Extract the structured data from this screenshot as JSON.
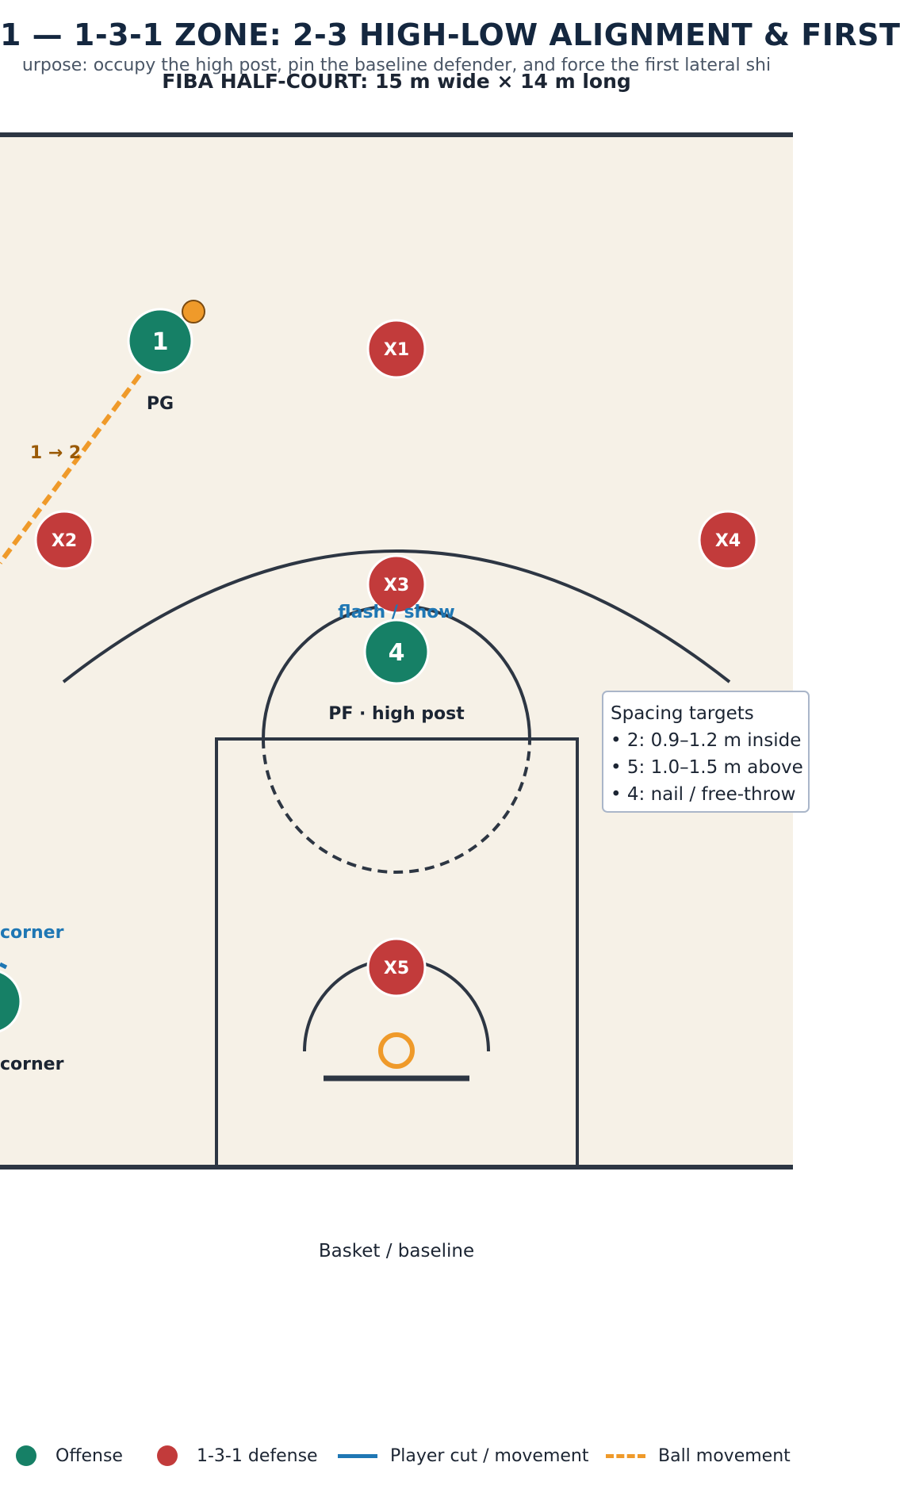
{
  "header": {
    "title": "1 — 1-3-1 ZONE: 2-3 HIGH-LOW ALIGNMENT & FIRST",
    "subtitle": "urpose: occupy the high post, pin the baseline defender, and force the first lateral shi",
    "court_label": "FIBA HALF-COURT: 15 m wide × 14 m long"
  },
  "court": {
    "baseline_label": "Basket / baseline"
  },
  "offense": [
    {
      "number": "1",
      "label": "PG"
    },
    {
      "number": "4",
      "label": "PF · high post"
    },
    {
      "number": "",
      "label": "corner"
    }
  ],
  "defense": [
    {
      "label": "X1"
    },
    {
      "label": "X2"
    },
    {
      "label": "X3"
    },
    {
      "label": "X4"
    },
    {
      "label": "X5"
    }
  ],
  "annotations": {
    "pass": "1 → 2",
    "flash": "flash / show",
    "corner_cut": "corner"
  },
  "spacing_box": {
    "title": "Spacing targets",
    "lines": [
      "• 2: 0.9–1.2 m inside",
      "• 5: 1.0–1.5 m above",
      "• 4: nail / free-throw"
    ]
  },
  "legend": {
    "offense": "Offense",
    "defense": "1-3-1 defense",
    "cut": "Player cut / movement",
    "ball": "Ball movement"
  },
  "colors": {
    "offense": "#168066",
    "defense": "#c23b3b",
    "cut": "#1f77b4",
    "ball": "#ef9a2a",
    "court": "#f6f1e7",
    "lines": "#2d3643"
  }
}
